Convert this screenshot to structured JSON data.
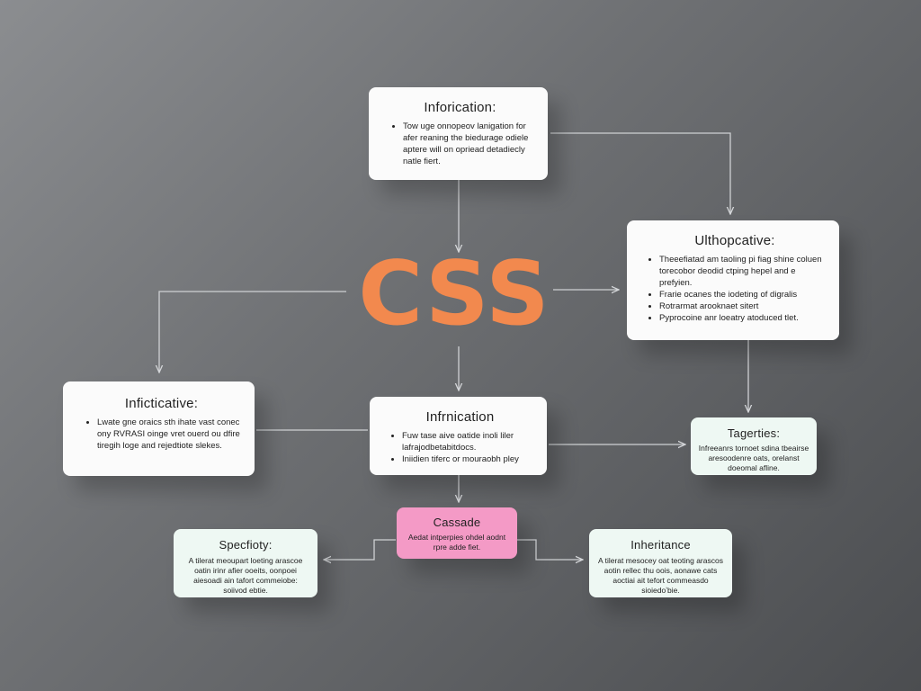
{
  "headline": "CSS",
  "cards": {
    "top": {
      "title": "Inforication:",
      "bullets": [
        "Tow uge onnopeov lanigation for afer reaning the biedurage odiele aptere will on opriead detadiecly natle fiert."
      ]
    },
    "right": {
      "title": "Ulthopcative:",
      "bullets": [
        "Theeefiatad am taoling pi fiag shine coluen torecobor deodid ctping hepel and e prefyien.",
        "Frarie ocanes the iodeting of digralis",
        "Rotrarmat arooknaet sitert",
        "Pyprocoine anr loeatry atoduced tlet."
      ]
    },
    "left": {
      "title": "Inficticative:",
      "bullets": [
        "Lwate gne oraics sth ihate vast conec ony RVRASI oinge vret ouerd ou dfire tiregih loge and rejedtiote slekes."
      ]
    },
    "center": {
      "title": "Infrnication",
      "bullets": [
        "Fuw tase aive oatide inoli liler lafrajodbetabitdocs.",
        "Iniidien tiferc or mouraobh pley"
      ]
    },
    "tagerties": {
      "title": "Tagerties:",
      "text": "Infreeanrs tornoet sdina tbeairse aresoodenre oats, orelanst doeomal afline."
    },
    "cascade": {
      "title": "Cassade",
      "text": "Aedat intperpies ohdel aodnt rpre adde fiet."
    },
    "specificity": {
      "title": "Specfioty:",
      "text": "A tilerat meoupart loeting arascoe oatin irinr afier ooeits, oonpoei aiesoadi ain tafort commeiobe: soiivod ebtie."
    },
    "inheritance": {
      "title": "Inheritance",
      "text": "A tilerat mesocey oat teoting arascos aotin rellec thu oois, aonawe cats aoctiai ait tefort commeasdo sioiedoʼbie."
    }
  }
}
